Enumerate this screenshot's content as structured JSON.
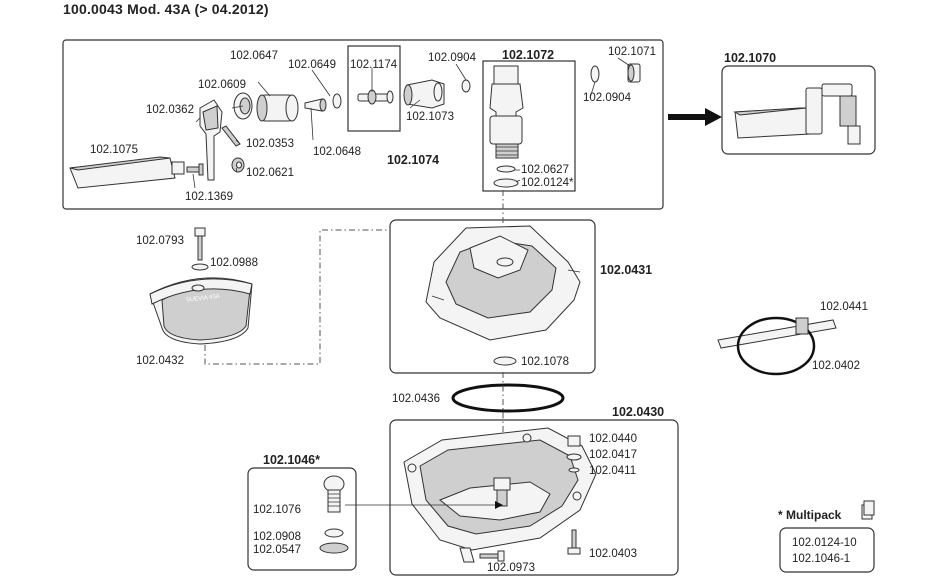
{
  "title": "100.0043 Mod. 43A (> 04.2012)",
  "labels": {
    "p1075": "102.1075",
    "p1369": "102.1369",
    "p0362": "102.0362",
    "p0609": "102.0609",
    "p0647": "102.0647",
    "p0353": "102.0353",
    "p0621": "102.0621",
    "p0649": "102.0649",
    "p0648": "102.0648",
    "p1174": "102.1174",
    "p1074": "102.1074",
    "p0904a": "102.0904",
    "p1073": "102.1073",
    "p1072": "102.1072",
    "p1071": "102.1071",
    "p0904b": "102.0904",
    "p0627": "102.0627",
    "p0124": "102.0124*",
    "p1070": "102.1070",
    "p0793": "102.0793",
    "p0988": "102.0988",
    "p0432": "102.0432",
    "p0431": "102.0431",
    "p1078": "102.1078",
    "p0436": "102.0436",
    "p0441": "102.0441",
    "p0402": "102.0402",
    "p0430": "102.0430",
    "p0440": "102.0440",
    "p0417": "102.0417",
    "p0411": "102.0411",
    "p0403": "102.0403",
    "p0973": "102.0973",
    "p1046": "102.1046*",
    "p1076": "102.1076",
    "p0908": "102.0908",
    "p0547": "102.0547"
  },
  "bowl_text": "SUEVIA 43A",
  "multipack": {
    "label": "* Multipack",
    "items": [
      "102.0124-10",
      "102.1046-1"
    ]
  }
}
